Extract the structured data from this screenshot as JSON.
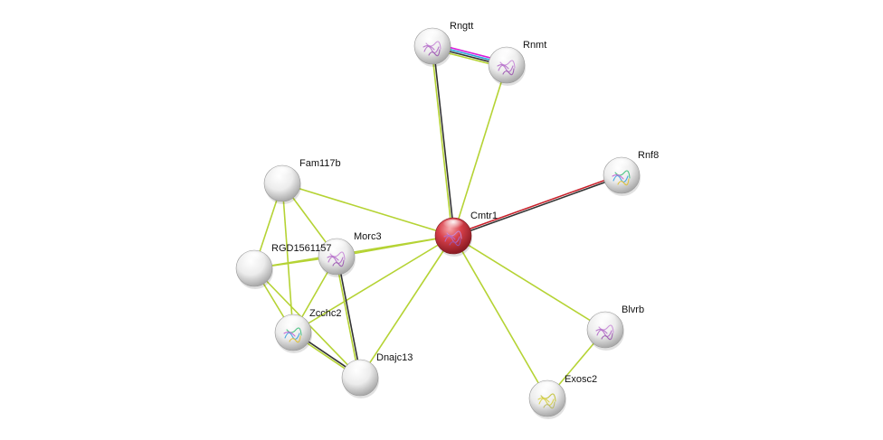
{
  "nodes": [
    {
      "id": "Cmtr1",
      "label": "Cmtr1",
      "kind": "query",
      "structure": "protein-structure-magenta"
    },
    {
      "id": "Rngtt",
      "label": "Rngtt",
      "kind": "partner",
      "structure": "protein-structure-magenta"
    },
    {
      "id": "Rnmt",
      "label": "Rnmt",
      "kind": "partner",
      "structure": "protein-structure-magenta"
    },
    {
      "id": "Rnf8",
      "label": "Rnf8",
      "kind": "partner",
      "structure": "protein-structure-rainbow"
    },
    {
      "id": "Fam117b",
      "label": "Fam117b",
      "kind": "partner",
      "structure": "none"
    },
    {
      "id": "Morc3",
      "label": "Morc3",
      "kind": "partner",
      "structure": "protein-structure-magenta"
    },
    {
      "id": "RGD1561157",
      "label": "RGD1561157",
      "kind": "partner",
      "structure": "none"
    },
    {
      "id": "Zcchc2",
      "label": "Zcchc2",
      "kind": "partner",
      "structure": "protein-structure-rainbow"
    },
    {
      "id": "Dnajc13",
      "label": "Dnajc13",
      "kind": "partner",
      "structure": "none"
    },
    {
      "id": "Blvrb",
      "label": "Blvrb",
      "kind": "partner",
      "structure": "protein-structure-magenta"
    },
    {
      "id": "Exosc2",
      "label": "Exosc2",
      "kind": "partner",
      "structure": "protein-structure-yellow"
    }
  ],
  "edges": [
    {
      "source": "Rngtt",
      "target": "Rnmt",
      "evidence": [
        "#d81bd8",
        "#2aa4d8",
        "#333333",
        "#b5d334"
      ]
    },
    {
      "source": "Rngtt",
      "target": "Cmtr1",
      "evidence": [
        "#333333",
        "#b5d334"
      ]
    },
    {
      "source": "Rnmt",
      "target": "Cmtr1",
      "evidence": [
        "#b5d334"
      ]
    },
    {
      "source": "Cmtr1",
      "target": "Rnf8",
      "evidence": [
        "#c8202a",
        "#333333"
      ]
    },
    {
      "source": "Cmtr1",
      "target": "Fam117b",
      "evidence": [
        "#b5d334"
      ]
    },
    {
      "source": "Cmtr1",
      "target": "Morc3",
      "evidence": [
        "#b5d334"
      ]
    },
    {
      "source": "Cmtr1",
      "target": "RGD1561157",
      "evidence": [
        "#b5d334"
      ]
    },
    {
      "source": "Cmtr1",
      "target": "Zcchc2",
      "evidence": [
        "#b5d334"
      ]
    },
    {
      "source": "Cmtr1",
      "target": "Dnajc13",
      "evidence": [
        "#b5d334"
      ]
    },
    {
      "source": "Cmtr1",
      "target": "Blvrb",
      "evidence": [
        "#b5d334"
      ]
    },
    {
      "source": "Cmtr1",
      "target": "Exosc2",
      "evidence": [
        "#b5d334"
      ]
    },
    {
      "source": "Blvrb",
      "target": "Exosc2",
      "evidence": [
        "#b5d334"
      ]
    },
    {
      "source": "Fam117b",
      "target": "RGD1561157",
      "evidence": [
        "#b5d334"
      ]
    },
    {
      "source": "Fam117b",
      "target": "Morc3",
      "evidence": [
        "#b5d334"
      ]
    },
    {
      "source": "Fam117b",
      "target": "Zcchc2",
      "evidence": [
        "#b5d334"
      ]
    },
    {
      "source": "RGD1561157",
      "target": "Morc3",
      "evidence": [
        "#b5d334"
      ]
    },
    {
      "source": "RGD1561157",
      "target": "Zcchc2",
      "evidence": [
        "#b5d334"
      ]
    },
    {
      "source": "RGD1561157",
      "target": "Dnajc13",
      "evidence": [
        "#b5d334"
      ]
    },
    {
      "source": "Morc3",
      "target": "Zcchc2",
      "evidence": [
        "#b5d334"
      ]
    },
    {
      "source": "Morc3",
      "target": "Dnajc13",
      "evidence": [
        "#333333",
        "#b5d334"
      ]
    },
    {
      "source": "Zcchc2",
      "target": "Dnajc13",
      "evidence": [
        "#333333",
        "#b5d334"
      ]
    }
  ],
  "colors": {
    "query_node": "#d8404a",
    "partner_node": "#e6e6e6",
    "background": "#ffffff",
    "label": "#111111"
  }
}
